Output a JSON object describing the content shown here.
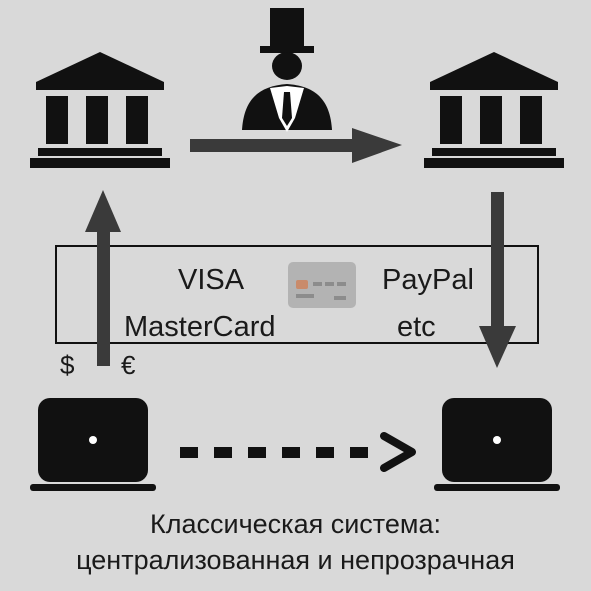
{
  "payment_box": {
    "items": [
      "VISA",
      "PayPal",
      "MasterCard",
      "etc"
    ]
  },
  "currencies": [
    "$",
    "€"
  ],
  "caption": {
    "line1": "Классическая система:",
    "line2": "централизованная и непрозрачная"
  },
  "icons": {
    "bank_left": "bank-icon",
    "bank_right": "bank-icon",
    "banker": "banker-icon",
    "card": "credit-card-icon",
    "laptop_left": "laptop-icon",
    "laptop_right": "laptop-icon"
  },
  "colors": {
    "background": "#d9d9d9",
    "ink": "#111111",
    "arrow": "#3a3a3a",
    "card": "#b3b3b3",
    "card_chip": "#c98b6b"
  }
}
